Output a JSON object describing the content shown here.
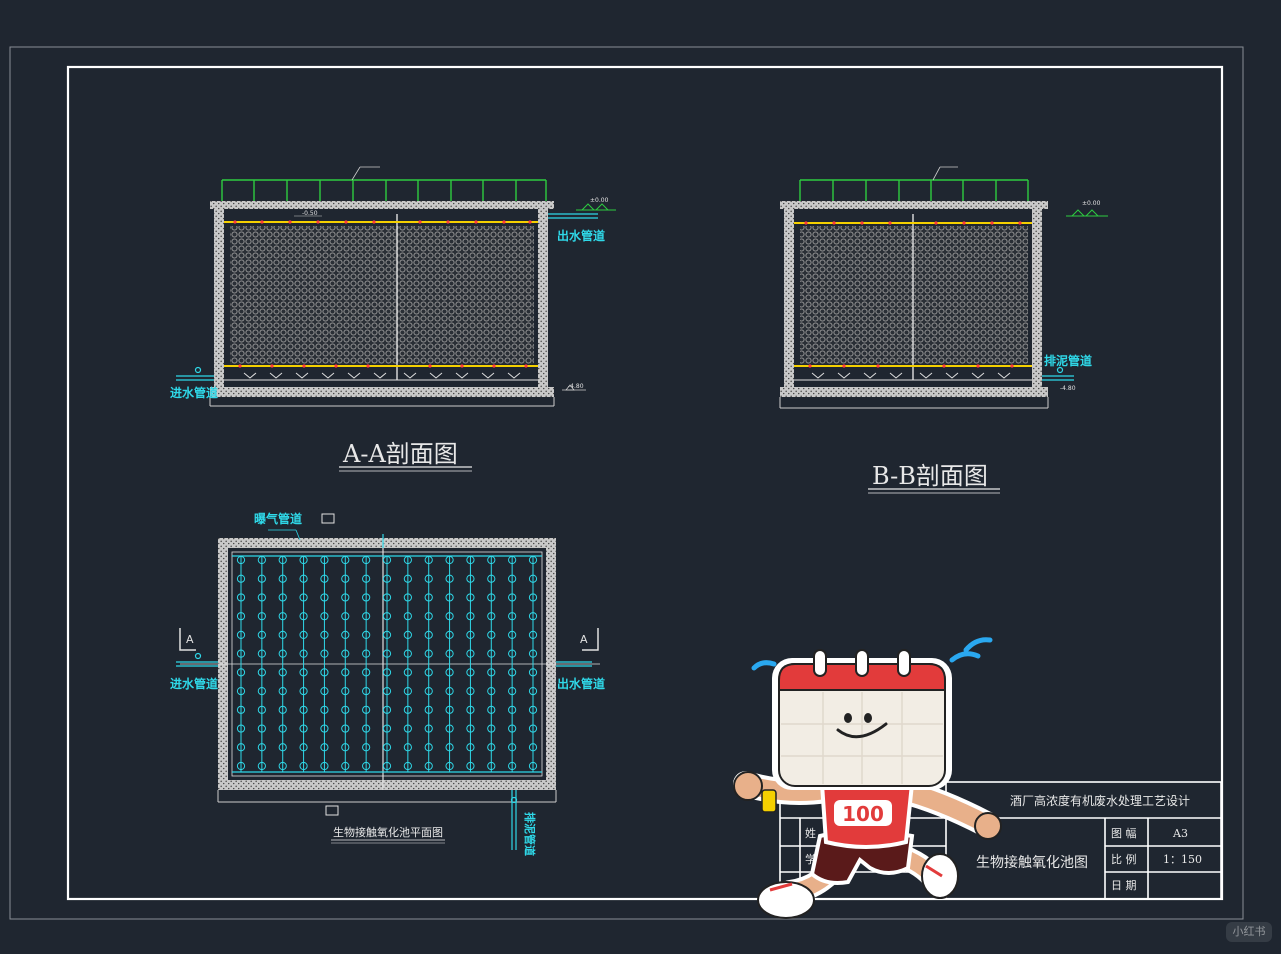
{
  "drawing": {
    "section_aa_title": "A-A剖面图",
    "section_bb_title": "B-B剖面图",
    "plan_title": "生物接触氧化池平面图",
    "labels": {
      "outlet_pipe": "出水管道",
      "inlet_pipe": "进水管道",
      "sludge_pipe": "排泥管道",
      "aeration_pipe": "曝气管道",
      "drain_pipe": "排泥管道",
      "section_mark": "A"
    },
    "elevations": {
      "top": "±0.00",
      "water": "-0.50",
      "bottom": "-4.80"
    }
  },
  "title_block": {
    "project": "酒厂高浓度有机废水处理工艺设计",
    "drawing_name": "生物接触氧化池图",
    "rows": [
      {
        "label": "图 幅",
        "value": "A3"
      },
      {
        "label": "比 例",
        "value": "1：150"
      },
      {
        "label": "日 期",
        "value": ""
      }
    ],
    "left_labels": [
      "姓",
      "学"
    ]
  },
  "mascot": {
    "badge_number": "100"
  },
  "watermark": "小红书",
  "colors": {
    "background": "#1f2630",
    "frame": "#ffffff",
    "cyan": "#2fd8e8",
    "green_rail": "#2ecc40",
    "yellow_pipe": "#f5d000",
    "red_mark": "#ff3b3b",
    "media": "#8a8a8a"
  }
}
